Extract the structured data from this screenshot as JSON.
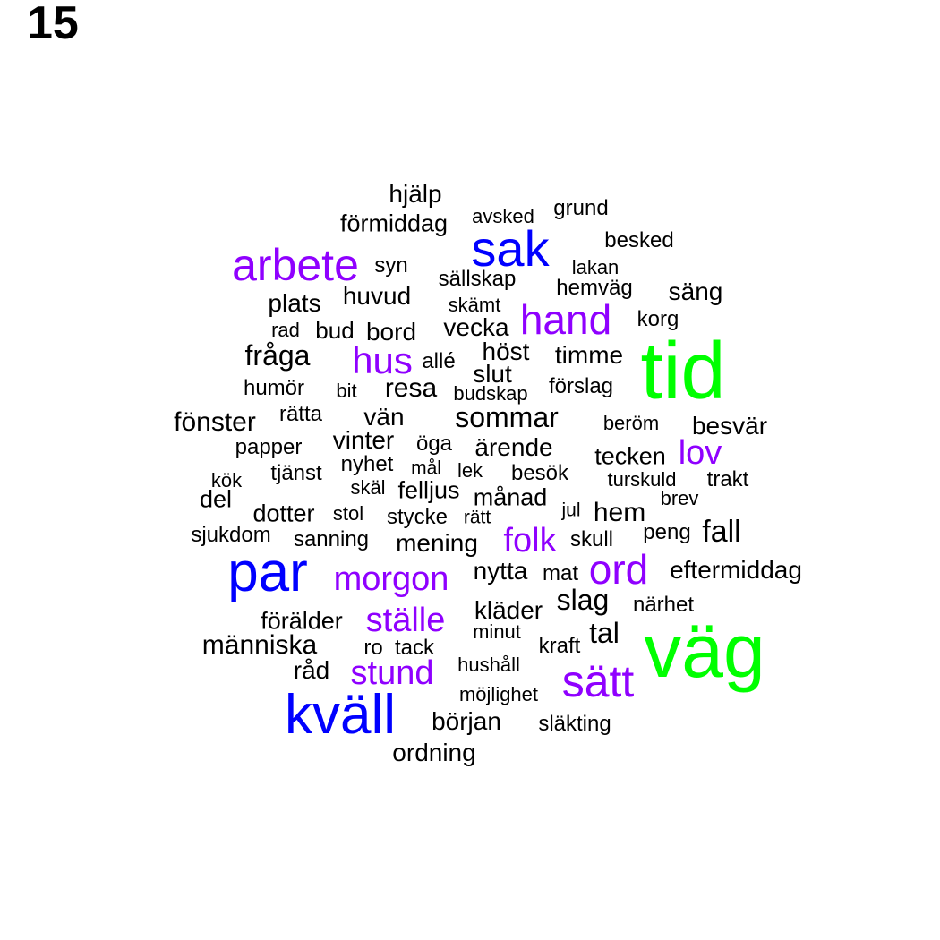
{
  "panel_number": "15",
  "colors": {
    "tier1": "#00ff00",
    "tier2": "#0000ff",
    "tier3": "#8f00ff",
    "tier4": "#000000"
  },
  "words": [
    {
      "text": "tid",
      "color": "#00ff00"
    },
    {
      "text": "väg",
      "color": "#00ff00"
    },
    {
      "text": "sak",
      "color": "#0000ff"
    },
    {
      "text": "par",
      "color": "#0000ff"
    },
    {
      "text": "kväll",
      "color": "#0000ff"
    },
    {
      "text": "arbete",
      "color": "#8f00ff"
    },
    {
      "text": "hand",
      "color": "#8f00ff"
    },
    {
      "text": "hus",
      "color": "#8f00ff"
    },
    {
      "text": "lov",
      "color": "#8f00ff"
    },
    {
      "text": "folk",
      "color": "#8f00ff"
    },
    {
      "text": "ord",
      "color": "#8f00ff"
    },
    {
      "text": "morgon",
      "color": "#8f00ff"
    },
    {
      "text": "ställe",
      "color": "#8f00ff"
    },
    {
      "text": "stund",
      "color": "#8f00ff"
    },
    {
      "text": "sätt",
      "color": "#8f00ff"
    },
    {
      "text": "hjälp",
      "color": "#000000"
    },
    {
      "text": "förmiddag",
      "color": "#000000"
    },
    {
      "text": "avsked",
      "color": "#000000"
    },
    {
      "text": "grund",
      "color": "#000000"
    },
    {
      "text": "besked",
      "color": "#000000"
    },
    {
      "text": "syn",
      "color": "#000000"
    },
    {
      "text": "sällskap",
      "color": "#000000"
    },
    {
      "text": "lakan",
      "color": "#000000"
    },
    {
      "text": "hemväg",
      "color": "#000000"
    },
    {
      "text": "säng",
      "color": "#000000"
    },
    {
      "text": "plats",
      "color": "#000000"
    },
    {
      "text": "huvud",
      "color": "#000000"
    },
    {
      "text": "skämt",
      "color": "#000000"
    },
    {
      "text": "rad",
      "color": "#000000"
    },
    {
      "text": "bud",
      "color": "#000000"
    },
    {
      "text": "bord",
      "color": "#000000"
    },
    {
      "text": "vecka",
      "color": "#000000"
    },
    {
      "text": "korg",
      "color": "#000000"
    },
    {
      "text": "fråga",
      "color": "#000000"
    },
    {
      "text": "höst",
      "color": "#000000"
    },
    {
      "text": "allé",
      "color": "#000000"
    },
    {
      "text": "timme",
      "color": "#000000"
    },
    {
      "text": "slut",
      "color": "#000000"
    },
    {
      "text": "humör",
      "color": "#000000"
    },
    {
      "text": "bit",
      "color": "#000000"
    },
    {
      "text": "resa",
      "color": "#000000"
    },
    {
      "text": "budskap",
      "color": "#000000"
    },
    {
      "text": "förslag",
      "color": "#000000"
    },
    {
      "text": "fönster",
      "color": "#000000"
    },
    {
      "text": "rätta",
      "color": "#000000"
    },
    {
      "text": "vän",
      "color": "#000000"
    },
    {
      "text": "sommar",
      "color": "#000000"
    },
    {
      "text": "beröm",
      "color": "#000000"
    },
    {
      "text": "besvär",
      "color": "#000000"
    },
    {
      "text": "papper",
      "color": "#000000"
    },
    {
      "text": "vinter",
      "color": "#000000"
    },
    {
      "text": "öga",
      "color": "#000000"
    },
    {
      "text": "ärende",
      "color": "#000000"
    },
    {
      "text": "tecken",
      "color": "#000000"
    },
    {
      "text": "kök",
      "color": "#000000"
    },
    {
      "text": "tjänst",
      "color": "#000000"
    },
    {
      "text": "nyhet",
      "color": "#000000"
    },
    {
      "text": "mål",
      "color": "#000000"
    },
    {
      "text": "lek",
      "color": "#000000"
    },
    {
      "text": "besök",
      "color": "#000000"
    },
    {
      "text": "turskuld",
      "color": "#000000"
    },
    {
      "text": "trakt",
      "color": "#000000"
    },
    {
      "text": "del",
      "color": "#000000"
    },
    {
      "text": "skäl",
      "color": "#000000"
    },
    {
      "text": "felljus",
      "color": "#000000"
    },
    {
      "text": "månad",
      "color": "#000000"
    },
    {
      "text": "brev",
      "color": "#000000"
    },
    {
      "text": "dotter",
      "color": "#000000"
    },
    {
      "text": "stol",
      "color": "#000000"
    },
    {
      "text": "stycke",
      "color": "#000000"
    },
    {
      "text": "rätt",
      "color": "#000000"
    },
    {
      "text": "jul",
      "color": "#000000"
    },
    {
      "text": "hem",
      "color": "#000000"
    },
    {
      "text": "sjukdom",
      "color": "#000000"
    },
    {
      "text": "sanning",
      "color": "#000000"
    },
    {
      "text": "mening",
      "color": "#000000"
    },
    {
      "text": "skull",
      "color": "#000000"
    },
    {
      "text": "peng",
      "color": "#000000"
    },
    {
      "text": "fall",
      "color": "#000000"
    },
    {
      "text": "nytta",
      "color": "#000000"
    },
    {
      "text": "mat",
      "color": "#000000"
    },
    {
      "text": "eftermiddag",
      "color": "#000000"
    },
    {
      "text": "slag",
      "color": "#000000"
    },
    {
      "text": "kläder",
      "color": "#000000"
    },
    {
      "text": "närhet",
      "color": "#000000"
    },
    {
      "text": "förälder",
      "color": "#000000"
    },
    {
      "text": "minut",
      "color": "#000000"
    },
    {
      "text": "tal",
      "color": "#000000"
    },
    {
      "text": "människa",
      "color": "#000000"
    },
    {
      "text": "ro",
      "color": "#000000"
    },
    {
      "text": "tack",
      "color": "#000000"
    },
    {
      "text": "kraft",
      "color": "#000000"
    },
    {
      "text": "råd",
      "color": "#000000"
    },
    {
      "text": "hushåll",
      "color": "#000000"
    },
    {
      "text": "möjlighet",
      "color": "#000000"
    },
    {
      "text": "början",
      "color": "#000000"
    },
    {
      "text": "släkting",
      "color": "#000000"
    },
    {
      "text": "ordning",
      "color": "#000000"
    }
  ]
}
